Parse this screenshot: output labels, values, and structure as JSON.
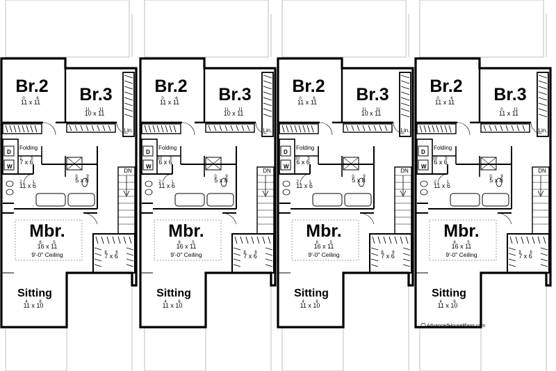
{
  "units": [
    {
      "br2": {
        "name": "Br.2",
        "dim_a": "11",
        "dim_a_sup": "0",
        "dim_b": "11",
        "dim_b_sup": "6"
      },
      "br3": {
        "name": "Br.3",
        "dim_a": "10",
        "dim_a_sup": "11",
        "dim_b": "11",
        "dim_b_sup": "11"
      },
      "lin": "Lin.",
      "folding": "Folding",
      "d": "D",
      "w": "W",
      "laundry": {
        "dim_a": "7",
        "dim_a_sup": "2",
        "dim_b": "6",
        "dim_b_sup": "5"
      },
      "bath1": {
        "dim_a": "11",
        "dim_a_sup": "2",
        "dim_b": "6",
        "dim_b_sup": "1"
      },
      "bath2": {
        "dim_a": "5",
        "dim_a_sup": "0",
        "dim_b": "8",
        "dim_b_sup": "9"
      },
      "dn": "DN",
      "mbr": {
        "name": "Mbr.",
        "dim_a": "16",
        "dim_a_sup": "8",
        "dim_b": "11",
        "dim_b_sup": "5",
        "ceiling": "9'-0\" Ceiling"
      },
      "wic": {
        "dim_a": "7",
        "dim_a_sup": "8",
        "dim_b": "6",
        "dim_b_sup": "6"
      },
      "sitting": {
        "name": "Sitting",
        "dim_a": "11",
        "dim_a_sup": "4",
        "dim_b": "10",
        "dim_b_sup": "8"
      }
    },
    {
      "br2": {
        "name": "Br.2",
        "dim_a": "11",
        "dim_a_sup": "0",
        "dim_b": "11",
        "dim_b_sup": "6"
      },
      "br3": {
        "name": "Br.3",
        "dim_a": "10",
        "dim_a_sup": "11",
        "dim_b": "11",
        "dim_b_sup": "11"
      },
      "lin": "Lin.",
      "folding": "Folding",
      "d": "D",
      "w": "W",
      "laundry": {
        "dim_a": "6",
        "dim_a_sup": "10",
        "dim_b": "6",
        "dim_b_sup": "5"
      },
      "bath1": {
        "dim_a": "11",
        "dim_a_sup": "2",
        "dim_b": "6",
        "dim_b_sup": "1"
      },
      "bath2": {
        "dim_a": "5",
        "dim_a_sup": "0",
        "dim_b": "8",
        "dim_b_sup": "9"
      },
      "dn": "DN",
      "mbr": {
        "name": "Mbr.",
        "dim_a": "16",
        "dim_a_sup": "8",
        "dim_b": "11",
        "dim_b_sup": "5",
        "ceiling": "9'-0\" Ceiling"
      },
      "wic": {
        "dim_a": "7",
        "dim_a_sup": "8",
        "dim_b": "6",
        "dim_b_sup": "6"
      },
      "sitting": {
        "name": "Sitting",
        "dim_a": "11",
        "dim_a_sup": "4",
        "dim_b": "10",
        "dim_b_sup": "8"
      }
    },
    {
      "br2": {
        "name": "Br.2",
        "dim_a": "11",
        "dim_a_sup": "0",
        "dim_b": "11",
        "dim_b_sup": "6"
      },
      "br3": {
        "name": "Br.3",
        "dim_a": "10",
        "dim_a_sup": "11",
        "dim_b": "11",
        "dim_b_sup": "11"
      },
      "lin": "Lin.",
      "folding": "Folding",
      "d": "D",
      "w": "W",
      "laundry": {
        "dim_a": "6",
        "dim_a_sup": "10",
        "dim_b": "6",
        "dim_b_sup": "5"
      },
      "bath1": {
        "dim_a": "11",
        "dim_a_sup": "2",
        "dim_b": "6",
        "dim_b_sup": "1"
      },
      "bath2": {
        "dim_a": "5",
        "dim_a_sup": "0",
        "dim_b": "8",
        "dim_b_sup": "9"
      },
      "dn": "DN",
      "mbr": {
        "name": "Mbr.",
        "dim_a": "16",
        "dim_a_sup": "8",
        "dim_b": "11",
        "dim_b_sup": "5",
        "ceiling": "9'-0\" Ceiling"
      },
      "wic": {
        "dim_a": "7",
        "dim_a_sup": "8",
        "dim_b": "6",
        "dim_b_sup": "6"
      },
      "sitting": {
        "name": "Sitting",
        "dim_a": "11",
        "dim_a_sup": "4",
        "dim_b": "10",
        "dim_b_sup": "8"
      }
    },
    {
      "br2": {
        "name": "Br.2",
        "dim_a": "11",
        "dim_a_sup": "0",
        "dim_b": "11",
        "dim_b_sup": "6"
      },
      "br3": {
        "name": "Br.3",
        "dim_a": "11",
        "dim_a_sup": "0",
        "dim_b": "11",
        "dim_b_sup": "11"
      },
      "lin": "Lin.",
      "folding": "Folding",
      "d": "D",
      "w": "W",
      "laundry": {
        "dim_a": "6",
        "dim_a_sup": "10",
        "dim_b": "6",
        "dim_b_sup": "5"
      },
      "bath1": {
        "dim_a": "11",
        "dim_a_sup": "2",
        "dim_b": "6",
        "dim_b_sup": "1"
      },
      "bath2": {
        "dim_a": "5",
        "dim_a_sup": "0",
        "dim_b": "8",
        "dim_b_sup": "9"
      },
      "dn": "DN",
      "mbr": {
        "name": "Mbr.",
        "dim_a": "16",
        "dim_a_sup": "8",
        "dim_b": "11",
        "dim_b_sup": "5",
        "ceiling": "9'-0\" Ceiling"
      },
      "wic": {
        "dim_a": "7",
        "dim_a_sup": "9",
        "dim_b": "6",
        "dim_b_sup": "6"
      },
      "sitting": {
        "name": "Sitting",
        "dim_a": "11",
        "dim_a_sup": "4",
        "dim_b": "10",
        "dim_b_sup": "8"
      }
    }
  ],
  "watermark": "AdvancedHousePlans.com",
  "colors": {
    "wall": "#000000",
    "thin_line": "#9a9a9a",
    "background": "#ffffff"
  }
}
